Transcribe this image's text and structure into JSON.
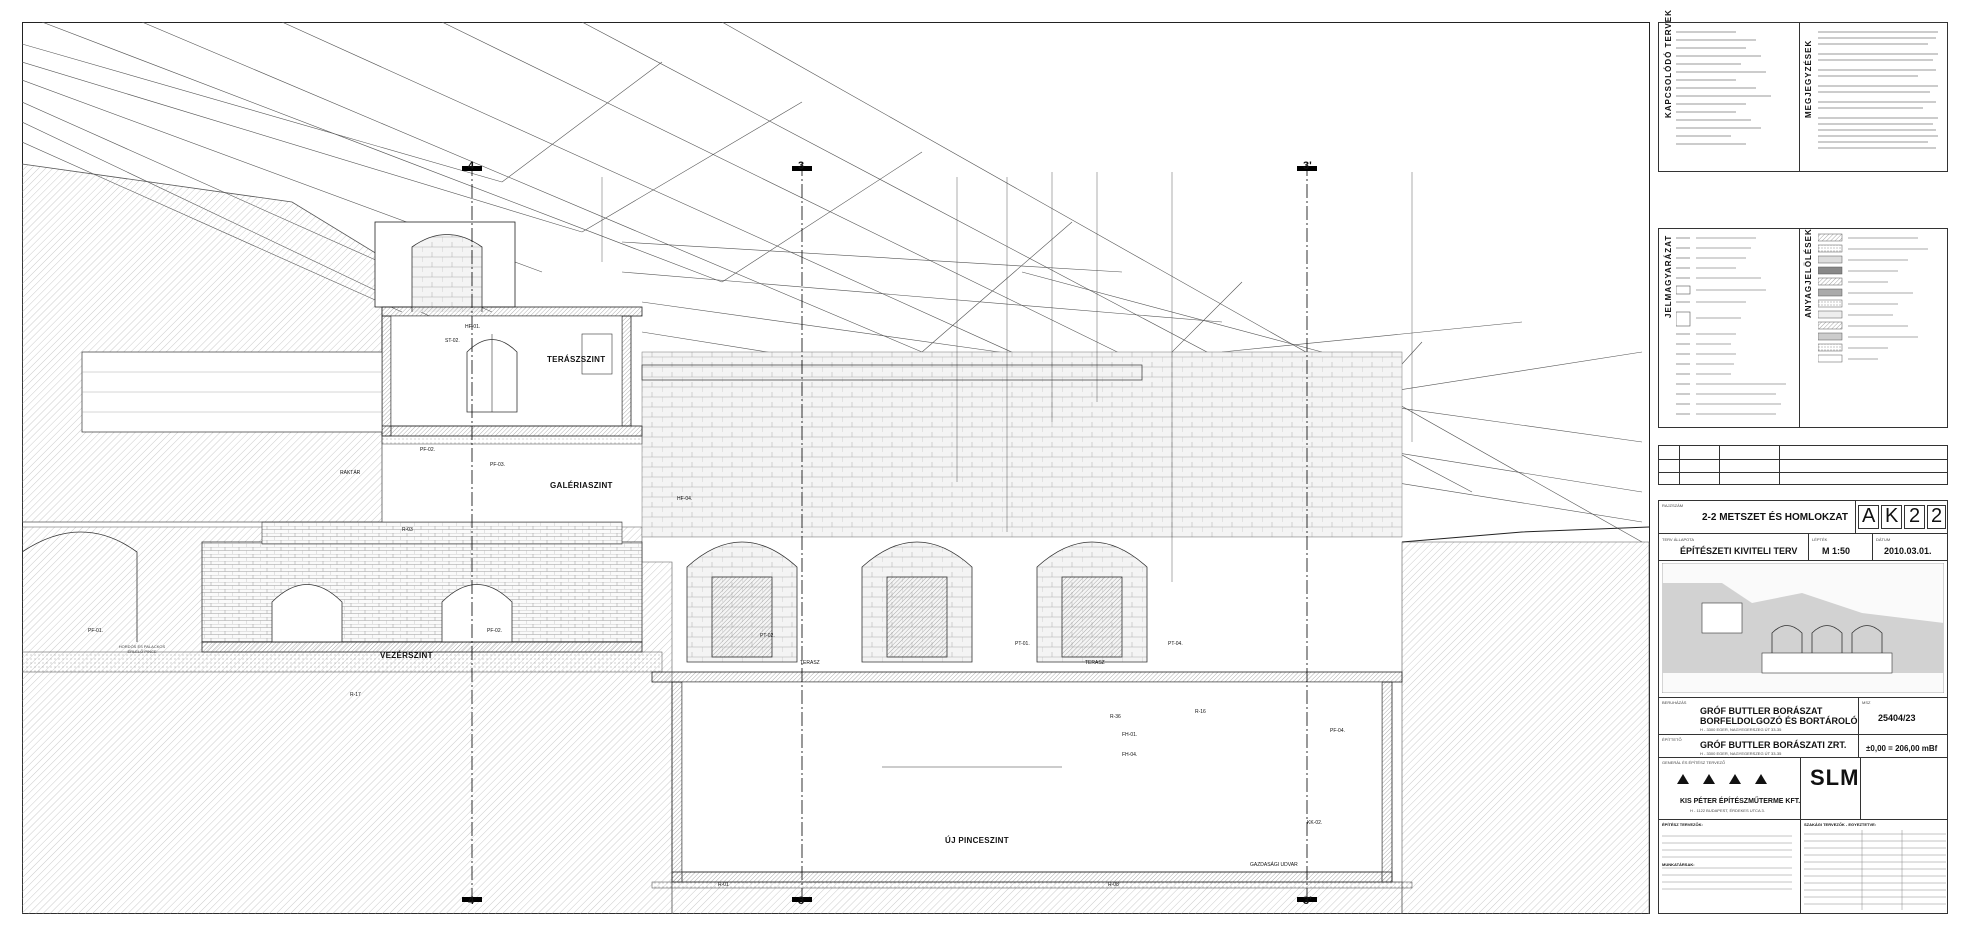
{
  "sheet": {
    "drawing_title": "2-2 METSZET ÉS HOMLOKZAT",
    "sheet_code": [
      "A",
      "K",
      "2",
      "2"
    ],
    "plan_phase": "ÉPÍTÉSZETI KIVITELI TERV",
    "scale": "M 1:50",
    "date": "2010.03.01.",
    "project_number": "25404/23",
    "datum_level": "±0,00 = 206,00 mBf",
    "project_name_1": "GRÓF BUTTLER BORÁSZAT",
    "project_name_2": "BORFELDOLGOZÓ ÉS BORTÁROLÓ",
    "project_address": "H - 3300 EGER, NAGYEGERSZEG ÚT 33-35",
    "client_name": "GRÓF BUTTLER BORÁSZATI ZRT.",
    "client_address": "H - 3300 EGER, NAGYEGERSZEG ÚT 33-35",
    "general_designer": "KIS PÉTER ÉPÍTÉSZMŰTERME KFT.",
    "general_designer_address": "H - 1122 BUDAPEST, ÉRDEKES UTCA 3.",
    "logo_text": "SLM",
    "label_drawing": "RAJZSZÁM",
    "label_phase": "TERV ÁLLAPOTA",
    "label_scale": "LÉPTÉK",
    "label_date": "DÁTUM",
    "label_project": "BERUHÁZÁS",
    "label_client": "ÉPÍTTETŐ",
    "label_number": "MSZ",
    "label_designer": "GENERÁL ÉS ÉPÍTÉSZ TERVEZŐ",
    "label_architects": "ÉPÍTÉSZ TERVEZŐK:",
    "label_specialists": "SZAKÁGI TERVEZŐK - EGYEZTETVE:",
    "label_staff": "MUNKATÁRSAK:"
  },
  "panels": {
    "related_plans": "KAPCSOLÓDÓ TERVEK",
    "notes": "MEGJEGYZÉSEK",
    "legend": "JELMAGYARÁZAT",
    "materials": "ANYAGJELÖLÉSEK"
  },
  "levels": {
    "terrace": "TERÁSZSZINT",
    "gallery": "GALÉRIASZINT",
    "crossing": "VEZÉRSZINT",
    "new_cellar": "ÚJ PINCESZINT",
    "terasz": "TERASZ",
    "yard": "GAZDASÁGI UDVAR",
    "storage": "RAKTÁR",
    "cellar_note": "HORDÓS ÉS PALACKOS ÉRLELŐ PINCE"
  },
  "axes": {
    "a4": "4",
    "a3": "3",
    "a3p": "3'"
  },
  "tags": {
    "pf01": "PF-01.",
    "pf02a": "PF-02.",
    "pf02b": "PF-02.",
    "pf03": "PF-03.",
    "pt02": "PT-02.",
    "pt01": "PT-01.",
    "pt04": "PT-04.",
    "pf04": "PF-04.",
    "kk02": "KK-02.",
    "r03": "R-03",
    "r17": "R-17",
    "r01": "R-01",
    "r08": "R-08",
    "r36": "R-36",
    "r16": "R-16",
    "hf01": "HF-01.",
    "hf04": "HF-04.",
    "fh01": "FH-01.",
    "fh04": "FH-04.",
    "st02": "ST-02."
  },
  "colors": {
    "line": "#222222",
    "hatch": "#9a9a9a",
    "earth": "#bdbdbd",
    "axis": "#000000"
  }
}
